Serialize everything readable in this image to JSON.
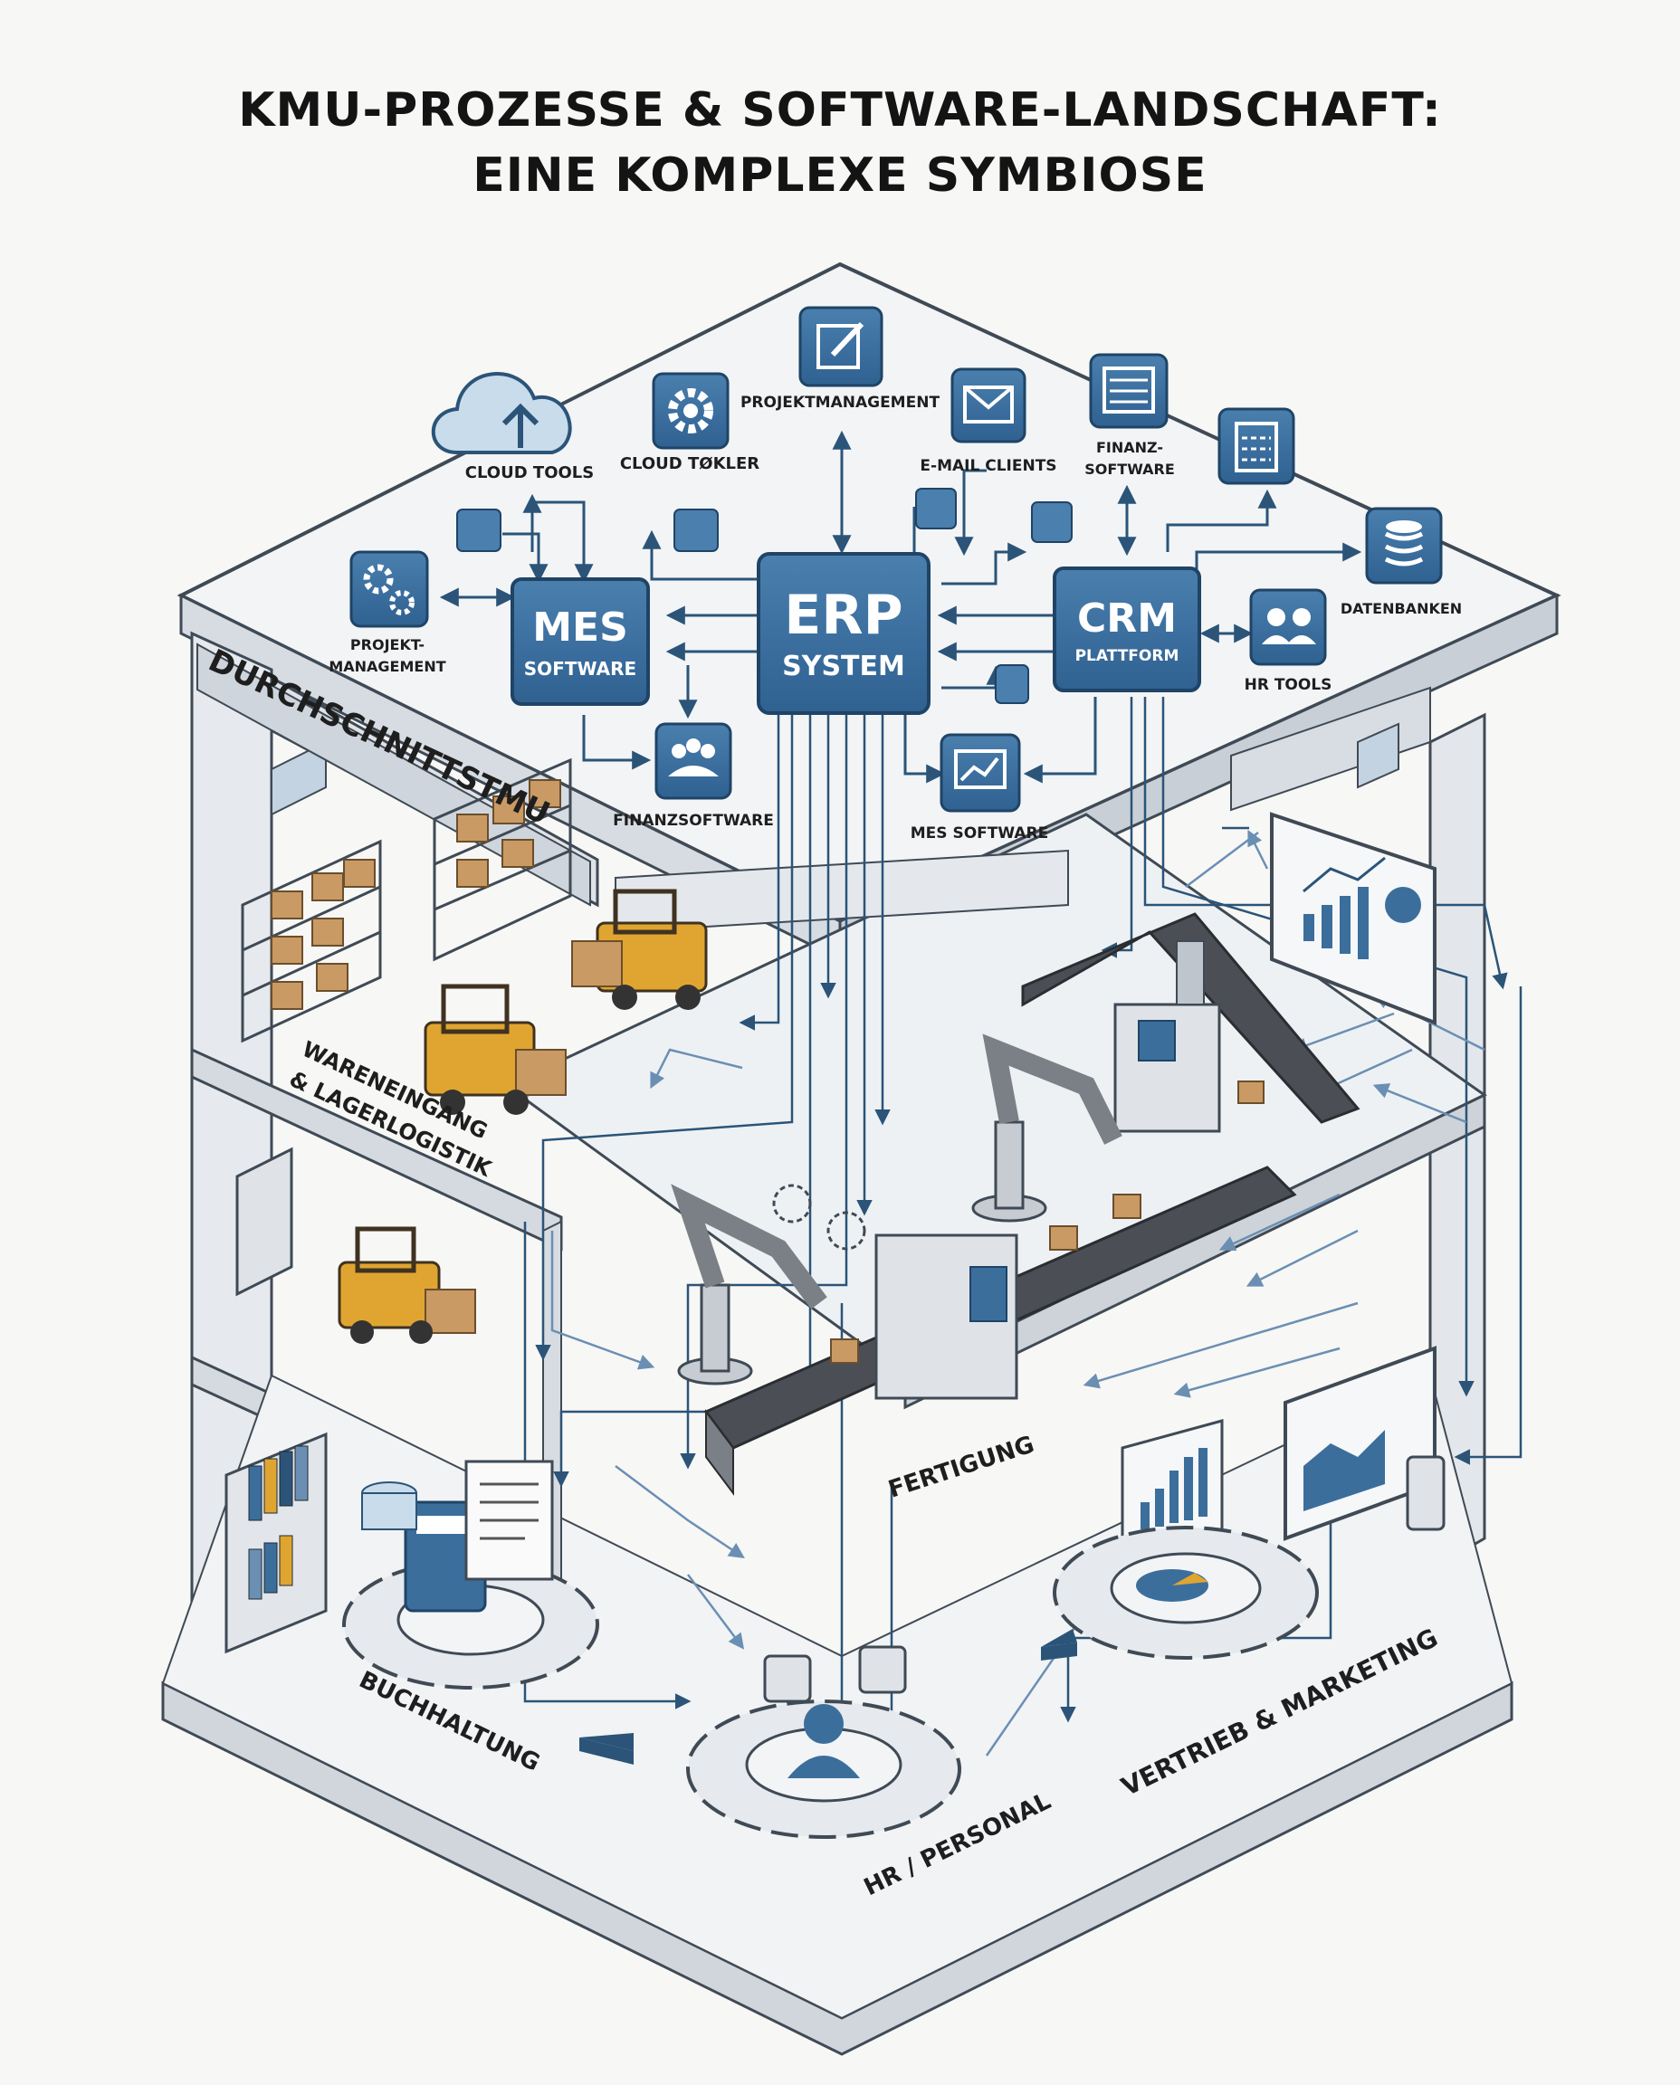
{
  "title": {
    "line1": "KMU-PROZESSE & SOFTWARE-LANDSCHAFT:",
    "line2": "EINE KOMPLEXE SYMBIOSE"
  },
  "core": {
    "erp": {
      "line1": "ERP",
      "line2": "SYSTEM"
    },
    "mes": {
      "line1": "MES",
      "line2": "SOFTWARE"
    },
    "crm": {
      "line1": "CRM",
      "line2": "PLATTFORM"
    }
  },
  "roof_labels": {
    "cloud_tools": "CLOUD TOOLS",
    "cloud_tokler": "CLOUD TØKLER",
    "projektmanagement_top": "PROJEKTMANAGEMENT",
    "email_clients": "E-MAIL CLIENTS",
    "finanz_line1": "FINANZ-",
    "finanz_line2": "SOFTWARE",
    "datenbanken": "DATENBANKEN",
    "hr_tools": "HR TOOLS",
    "projekt_left_line1": "PROJEKT-",
    "projekt_left_line2": "MANAGEMENT",
    "finanzsoftware": "FINANZSOFTWARE",
    "mes_software_small": "MES SOFTWARE"
  },
  "areas": {
    "company": "DURCHSCHNITTSTMU",
    "warehouse_line1": "WARENEINGANG",
    "warehouse_line2": "& LAGERLOGISTIK",
    "production": "FERTIGUNG",
    "accounting": "BUCHHALTUNG",
    "hr": "HR / PERSONAL",
    "sales": "VERTRIEB & MARKETING"
  },
  "icons": [
    "cloud-upload-icon",
    "gear-icon",
    "edit-icon",
    "mail-icon",
    "finance-window-icon",
    "calculator-icon",
    "database-icon",
    "users-icon",
    "gears-icon",
    "team-icon",
    "chart-screen-icon",
    "forklift-icon",
    "robot-arm-icon",
    "conveyor-icon",
    "dashboard-icon"
  ],
  "colors": {
    "box": "#3b6e9b",
    "box_dark": "#24527a",
    "line": "#2b5478",
    "arrow_light": "#6b8fb3",
    "forklift": "#e0a530",
    "crate": "#c99a63",
    "wall": "#e7eaee",
    "outline": "#4a5663"
  }
}
